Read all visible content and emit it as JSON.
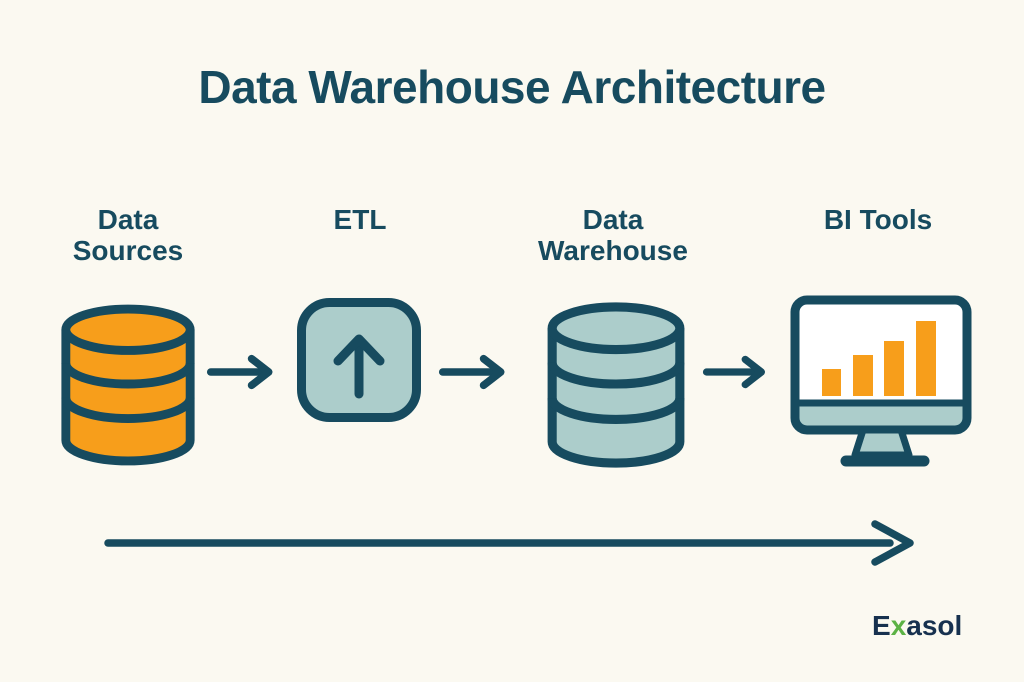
{
  "title": "Data Warehouse Architecture",
  "colors": {
    "background": "#FBF9F1",
    "dark_teal": "#174B5F",
    "orange": "#F79E1B",
    "light_teal": "#ACCDCB",
    "screen_white": "#FFFFFF",
    "logo_navy": "#17314F",
    "logo_green": "#5CB245"
  },
  "stages": [
    {
      "label": "Data\nSources",
      "icon": "database-icon",
      "fill": "#F79E1B"
    },
    {
      "label": "ETL",
      "icon": "upload-arrow-icon",
      "fill": "#ACCDCB"
    },
    {
      "label": "Data\nWarehouse",
      "icon": "database-icon",
      "fill": "#ACCDCB"
    },
    {
      "label": "BI Tools",
      "icon": "monitor-chart-icon",
      "fill": "#ACCDCB"
    }
  ],
  "flow": {
    "connector_arrows": 3,
    "direction": "left-to-right",
    "bottom_arrow": "left-to-right"
  },
  "monitor_chart": {
    "type": "bar",
    "bar_heights_relative": [
      27,
      41,
      55,
      75
    ],
    "bar_color": "#F79E1B"
  },
  "logo": {
    "full": "Exasol",
    "part1": "E",
    "accent": "x",
    "part2": "asol"
  }
}
